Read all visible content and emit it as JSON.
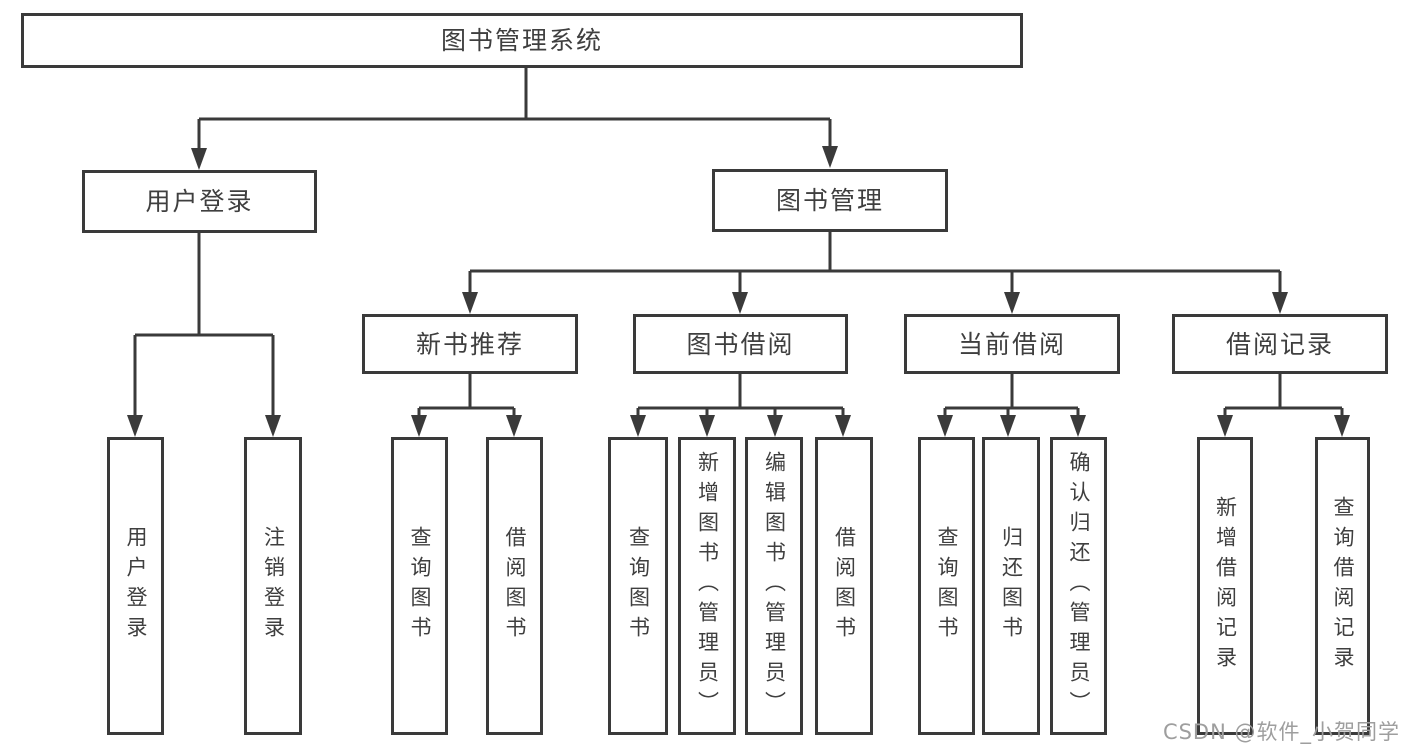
{
  "diagram": {
    "nodes": {
      "root": "图书管理系统",
      "user_login": "用户登录",
      "book_mgmt": "图书管理",
      "new_book_rec": "新书推荐",
      "book_borrow": "图书借阅",
      "current_borrow": "当前借阅",
      "borrow_record": "借阅记录",
      "user_login_leaf": "用户登录",
      "logout": "注销登录",
      "query_books_1": "查询图书",
      "borrow_books_1": "借阅图书",
      "query_books_2": "查询图书",
      "add_books": "新增图书（管理员）",
      "edit_books": "编辑图书（管理员）",
      "borrow_books_2": "借阅图书",
      "query_books_3": "查询图书",
      "return_books": "归还图书",
      "confirm_return": "确认归还（管理员）",
      "add_borrow_record": "新增借阅记录",
      "query_borrow_record": "查询借阅记录"
    },
    "edges": [
      {
        "from": "root",
        "to": "user_login"
      },
      {
        "from": "root",
        "to": "book_mgmt"
      },
      {
        "from": "user_login",
        "to": "user_login_leaf"
      },
      {
        "from": "user_login",
        "to": "logout"
      },
      {
        "from": "book_mgmt",
        "to": "new_book_rec"
      },
      {
        "from": "book_mgmt",
        "to": "book_borrow"
      },
      {
        "from": "book_mgmt",
        "to": "current_borrow"
      },
      {
        "from": "book_mgmt",
        "to": "borrow_record"
      },
      {
        "from": "new_book_rec",
        "to": "query_books_1"
      },
      {
        "from": "new_book_rec",
        "to": "borrow_books_1"
      },
      {
        "from": "book_borrow",
        "to": "query_books_2"
      },
      {
        "from": "book_borrow",
        "to": "add_books"
      },
      {
        "from": "book_borrow",
        "to": "edit_books"
      },
      {
        "from": "book_borrow",
        "to": "borrow_books_2"
      },
      {
        "from": "current_borrow",
        "to": "query_books_3"
      },
      {
        "from": "current_borrow",
        "to": "return_books"
      },
      {
        "from": "current_borrow",
        "to": "confirm_return"
      },
      {
        "from": "borrow_record",
        "to": "add_borrow_record"
      },
      {
        "from": "borrow_record",
        "to": "query_borrow_record"
      }
    ]
  },
  "watermark": {
    "text": "CSDN @软件_小贺同学"
  },
  "colors": {
    "line": "#3a3a3a",
    "text": "#3f3f3f",
    "background": "#ffffff",
    "watermark": "#9e9e9e"
  }
}
